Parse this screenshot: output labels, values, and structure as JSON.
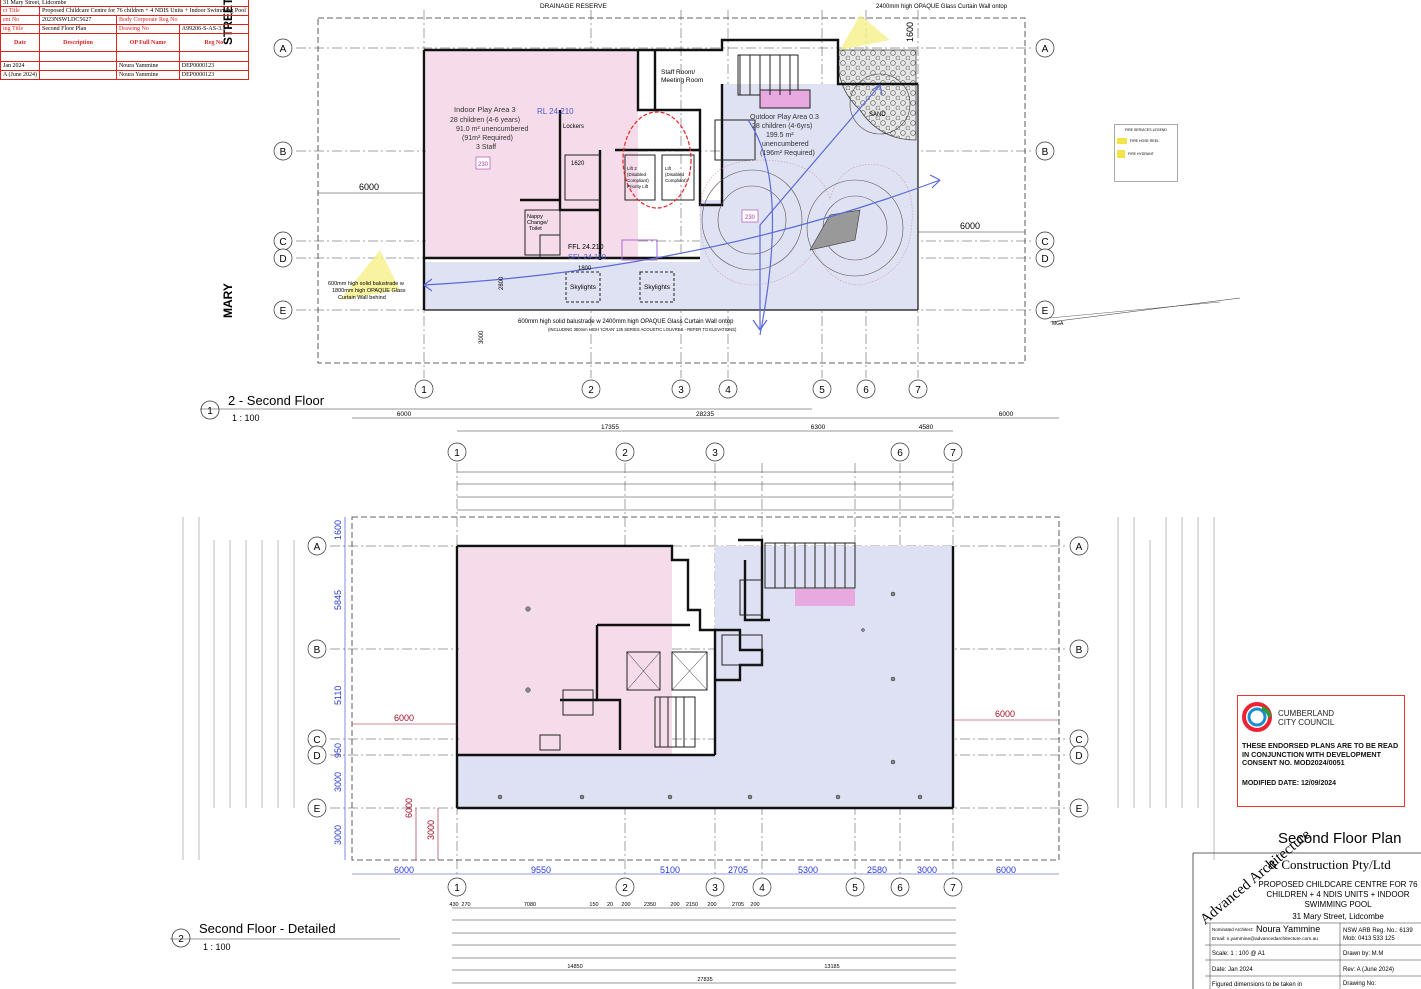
{
  "title_block_top": {
    "address": "31 Mary Street, Lidcombe",
    "rows": [
      {
        "label": "ct Title",
        "value": "Proposed Childcare Centre for 76 children + 4 NDIS Units + Indoor Swimming Pool"
      },
      {
        "label": "ent No",
        "value": "2023NSWLDC5627",
        "label2": "Body Corporate Reg No"
      },
      {
        "label": "ing Title",
        "value": "Second Floor Plan",
        "label2": "Drawing No",
        "value2": "A99206-S-AS-3.3"
      }
    ],
    "headers": [
      "Date",
      "Description",
      "OP Full Name",
      "Reg No"
    ],
    "revisions": [
      {
        "date": "Jan 2024",
        "name": "Noura Yammine",
        "reg": "DEP0000123"
      },
      {
        "date": "A (June 2024)",
        "name": "Noura Yammine",
        "reg": "DEP0000123"
      }
    ]
  },
  "street_labels": {
    "street": "STREET",
    "mary": "MARY"
  },
  "grid": {
    "rows": [
      "A",
      "B",
      "C",
      "D",
      "E"
    ],
    "cols": [
      "1",
      "2",
      "3",
      "4",
      "5",
      "6",
      "7"
    ]
  },
  "plan1": {
    "title": "2 - Second Floor",
    "number": "1",
    "scale": "1 : 100",
    "drainage": "DRAINAGE RESERVE",
    "top_note": "2400mm high OPAQUE Glass Curtain Wall ontop",
    "indoor_area": [
      "Indoor Play Area 3",
      "28 children (4-6 years)",
      "91.0 m² unencumbered",
      "(91m² Required)",
      "3 Staff"
    ],
    "rl": "RL 24.210",
    "outdoor_area": [
      "Outdoor Play Area 0.3",
      "28 children (4-6yrs)",
      "199.5 m²",
      "unencumbered",
      "(196m² Required)"
    ],
    "staff_room": [
      "Staff Room/",
      "Meeting Room"
    ],
    "lockers": "Lockers",
    "nappy": [
      "Nappy",
      "Change/",
      "Toilet"
    ],
    "lift1": [
      "Lift 2",
      "(Disabled",
      "Compliant)",
      "Priority Lift"
    ],
    "lift2": [
      "Lift",
      "(Disabled",
      "Compliant)"
    ],
    "ffl": "FFL 24.210",
    "sfl": "SFL 24.110",
    "skylights": "Skylights",
    "sand": "SAND",
    "room_230": "230",
    "dim_6000": "6000",
    "dim_1800": "1800",
    "dim_1620": "1620",
    "bottom_note": "600mm high solid balustrade w 2400mm high OPAQUE Glass Curtain Wall ontop",
    "bottom_note2": "(INCLUDING 350mm HIGH 'ICRAN' 125 SERIES ACOUSTIC LOUVRES - REFER TO ELEVATIONS)",
    "left_note": [
      "600mm high solid balustrade w",
      "1800mm high OPAQUE Glass",
      "Curtain Wall behind"
    ],
    "mga": "MGA",
    "dim_3000": "3000",
    "dim_2800": "2800",
    "dim_1600": "1600"
  },
  "plan2": {
    "title": "Second Floor - Detailed",
    "number": "2",
    "scale": "1 : 100",
    "top_dims_row1": [
      "6000",
      "28235",
      "6000"
    ],
    "top_dims_row2": [
      "17355",
      "6300",
      "4580"
    ],
    "bottom_dims_blue": [
      "6000",
      "9550",
      "5100",
      "2705",
      "5300",
      "2580",
      "3000",
      "6000"
    ],
    "left_dims_blue": [
      "1600",
      "5845",
      "5110",
      "950",
      "3000",
      "3000"
    ],
    "left_red": [
      "6000",
      "6000",
      "3000"
    ],
    "right_red": "6000",
    "bottom_dims_row": [
      "430",
      "270",
      "7080",
      "150",
      "20",
      "200",
      "2350",
      "200",
      "2150",
      "200",
      "2705",
      "200"
    ],
    "bottom_total1": "14850",
    "bottom_total2": "13185",
    "bottom_total3": "27835"
  },
  "stamp": {
    "council": [
      "CUMBERLAND",
      "CITY COUNCIL"
    ],
    "message": "THESE ENDORSED PLANS ARE TO BE READ IN CONJUNCTION WITH DEVELOPMENT CONSENT NO. MOD2024/0051",
    "modified": "MODIFIED DATE: 12/09/2024"
  },
  "legend": {
    "title": "FIRE SERVICES LEGEND",
    "items": [
      "FIRE HOSE REEL",
      "FIRE HYDRANT"
    ]
  },
  "title_block": {
    "sheet_title": "Second Floor Plan",
    "company_arc": "Advanced Architecture",
    "company_rest": "& Construction Pty/Ltd",
    "project": [
      "PROPOSED CHILDCARE CENTRE FOR 76",
      "CHILDREN + 4 NDIS UNITS + INDOOR",
      "SWIMMING POOL"
    ],
    "address": "31 Mary Street, Lidcombe",
    "architect_label": "Nominated Architect:",
    "architect": "Noura Yammine",
    "email": "Email: n.yammine@advancedarchitecture.com.au",
    "arb": "NSW ARB Reg. No.: 6139",
    "mob": "Mob: 0413 533 125",
    "scale": "Scale:   1 : 100 @ A1",
    "drawn": "Drawn by:  M.M",
    "date": "Date:   Jan 2024",
    "rev": "Rev:  A (June 2024)",
    "figured": "Figured dimensions to be taken in",
    "drawing_no": "Drawing No:"
  }
}
